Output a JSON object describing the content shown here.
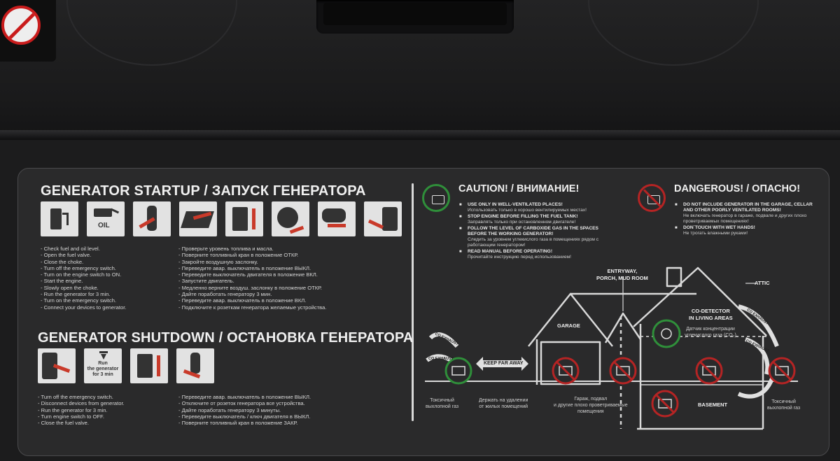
{
  "startup": {
    "title": "GENERATOR STARTUP / ЗАПУСК ГЕНЕРАТОРА",
    "icons": [
      "fuel-pump-icon",
      "oil-can-icon",
      "fuel-valve-icon",
      "choke-icon",
      "emergency-switch-icon",
      "engine-switch-icon",
      "pull-start-icon",
      "outlet-plug-icon"
    ],
    "oil_label": "OIL",
    "steps_en": [
      "- Check fuel and oil level.",
      "- Open the fuel valve.",
      "- Close the choke.",
      "- Turn off the emergency switch.",
      "- Turn on the engine switch to ON.",
      "- Start the engine.",
      "- Slowly open the choke.",
      "- Run the generator for 3 min.",
      "- Turn on the emergency switch.",
      "- Connect your devices to generator."
    ],
    "steps_ru": [
      "- Проверьте уровень топлива и масла.",
      "- Поверните топливный кран в положение ОТКР.",
      "- Закройте воздушную заслонку.",
      "- Переведите авар. выключатель в положение ВЫКЛ.",
      "- Переведите выключатель двигателя в положение ВКЛ.",
      "- Запустите двигатель.",
      "- Медленно верните воздуш. заслонку в положение ОТКР.",
      "- Дайте поработать генератору 3 мин.",
      "- Переведите авар. выключатель в положение ВКЛ.",
      "- Подключите к розеткам генератора желаемые устройства."
    ]
  },
  "shutdown": {
    "title": "GENERATOR SHUTDOWN / ОСТАНОВКА ГЕНЕРАТОРА",
    "icons": [
      "unplug-icon",
      "hourglass-icon",
      "switch-off-icon",
      "fuel-valve-close-icon"
    ],
    "run_label": [
      "Run",
      "the generator",
      "for 3 min"
    ],
    "steps_en": [
      "- Turn off the emergency switch.",
      "- Disconnect devices from generator.",
      "- Run the generator for 3 min.",
      "- Turn engine switch to OFF.",
      "- Close the fuel valve."
    ],
    "steps_ru": [
      "- Переведите авар. выключатель в положение ВЫКЛ.",
      "- Отключите от розеток генератора все устройства.",
      "- Дайте поработать генератору 3 минуты.",
      "- Переведите выключатель / ключ двигателя в ВЫКЛ.",
      "- Поверните топливный кран в положение ЗАКР."
    ]
  },
  "caution": {
    "title": "CAUTION! / ВНИМАНИЕ!",
    "items": [
      {
        "en": "USE ONLY IN WELL-VENTILATED PLACES!",
        "ru": "Использовать только в хорошо вентилируемых местах!"
      },
      {
        "en": "STOP ENGINE BEFORE FILLING THE FUEL TANK!",
        "ru": "Заправлять только при остановленном двигателе!"
      },
      {
        "en": "FOLLOW THE LEVEL OF CARBOXIDE GAS IN THE SPACES BEFORE THE WORKING GENERATOR!",
        "ru": "Следить за уровнем углекислого газа в помещениях рядом с работающим генератором!"
      },
      {
        "en": "READ MANUAL BEFORE OPERATING!",
        "ru": "Прочитайте инструкцию перед использованием!"
      }
    ]
  },
  "danger": {
    "title": "DANGEROUS! / ОПАСНО!",
    "items": [
      {
        "en": "DO NOT INCLUDE GENERATOR IN THE GARAGE, CELLAR AND OTHER POORLY VENTILATED ROOMS!",
        "ru": "Не включать генератор в гараже, подвале и других плохо проветриваемых помещениях!"
      },
      {
        "en": "DON`TOUCH WITH WET HANDS!",
        "ru": "Не трогать влажными руками!"
      }
    ]
  },
  "scene": {
    "entryway": [
      "ENTRYWAY,",
      "PORCH, MUD ROOM"
    ],
    "attic": "ATTIC",
    "garage": "GARAGE",
    "co_detector": [
      "CO-DETECTOR",
      "IN LIVING AREAS"
    ],
    "co_detector_ru": [
      "Датчик концентрации",
      "углекислого газа (CO₂)"
    ],
    "basement": "BASEMENT",
    "keep_far_away": "KEEP FAR AWAY",
    "co_exhaust": "CO EXHAUST",
    "toxic_left": [
      "Токсичный",
      "выхлопной газ"
    ],
    "keep_away_ru": [
      "Держать на удалении",
      "от жилых помещений"
    ],
    "garage_ru": [
      "Гараж, подвал",
      "и другие плохо проветриваемые",
      "помещения"
    ],
    "toxic_right": [
      "Токсичный",
      "выхлопной газ"
    ]
  },
  "colors": {
    "safe": "#2f8f3a",
    "danger": "#b52424",
    "arrow": "#c93a2a"
  }
}
